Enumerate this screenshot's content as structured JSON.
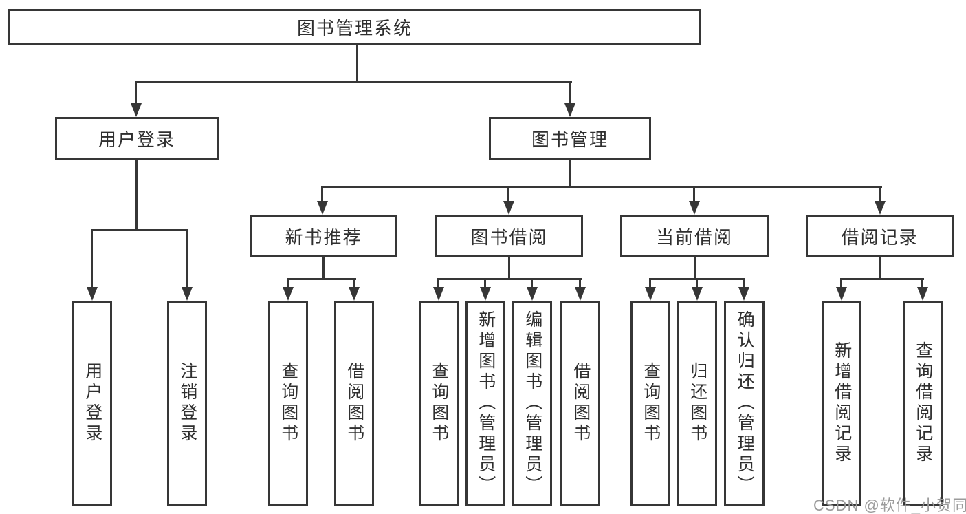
{
  "colors": {
    "line": "#363636",
    "text": "#2f2f2f",
    "watermark": "#9b9b9b",
    "background": "#ffffff"
  },
  "tree": {
    "root": "图书管理系统",
    "branches": [
      {
        "label": "用户登录",
        "leaves": [
          "用户登录",
          "注销登录"
        ]
      },
      {
        "label": "图书管理",
        "sections": [
          {
            "label": "新书推荐",
            "leaves": [
              "查询图书",
              "借阅图书"
            ]
          },
          {
            "label": "图书借阅",
            "leaves": [
              "查询图书",
              "新增图书（管理员）",
              "编辑图书（管理员）",
              "借阅图书"
            ]
          },
          {
            "label": "当前借阅",
            "leaves": [
              "查询图书",
              "归还图书",
              "确认归还（管理员）"
            ]
          },
          {
            "label": "借阅记录",
            "leaves": [
              "新增借阅记录",
              "查询借阅记录"
            ]
          }
        ]
      }
    ]
  },
  "watermark": {
    "text": "CSDN @软件_小贺同学"
  }
}
